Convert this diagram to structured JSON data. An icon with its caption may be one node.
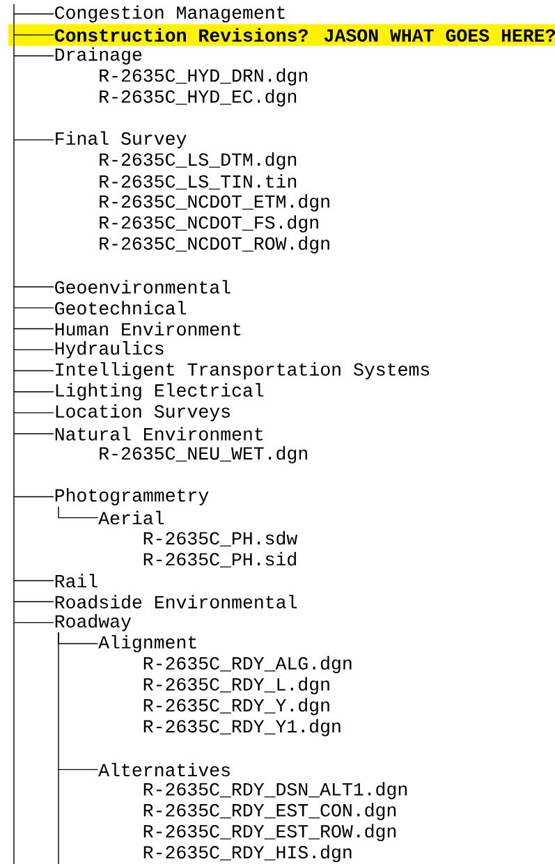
{
  "diagram": {
    "nodes": [
      {
        "text": [
          "Congestion Management"
        ]
      },
      {
        "text": [
          "Construction Revisions? JASON WHAT GOES HERE?"
        ]
      },
      {
        "text": [
          "Drainage"
        ],
        "beside": [
          "R-2635C_HYD_DRN.dgn",
          "R-2635C_HYD_EC.dgn"
        ]
      },
      {
        "text": [
          "Final Survey"
        ],
        "beside": [
          "R-2635C_LS_DTM.dgn",
          "R-2635C_LS_TIN.tin",
          "R-2635C_NCDOT_ETM.dgn",
          "R-2635C_NCDOT_FS.dgn",
          "R-2635C_NCDOT_ROW.dgn"
        ]
      },
      {
        "text": [
          "Geoenvironmental"
        ]
      },
      {
        "text": [
          "Geotechnical"
        ]
      },
      {
        "text": [
          "Human Environment"
        ]
      },
      {
        "text": [
          "Hydraulics"
        ]
      },
      {
        "text": [
          "Intelligent Transportation Systems"
        ]
      },
      {
        "text": [
          "Lighting Electrical"
        ]
      },
      {
        "text": [
          "Location Surveys"
        ]
      },
      {
        "text": [
          "Natural Environment"
        ],
        "beside": [
          "R-2635C_NEU_WET.dgn"
        ]
      },
      {
        "text": [
          "Photogrammetry"
        ]
      },
      {
        "text": [
          "Aerial"
        ],
        "beside": [
          "R-2635C_PH.sdw",
          "R-2635C_PH.sid"
        ]
      },
      {
        "text": [
          "Rail"
        ]
      },
      {
        "text": [
          "Roadside Environmental"
        ]
      },
      {
        "text": [
          "Roadway"
        ]
      },
      {
        "text": [
          "Alignment"
        ],
        "beside": [
          "R-2635C_RDY_ALG.dgn",
          "R-2635C_RDY_L.dgn",
          "R-2635C_RDY_Y.dgn",
          "R-2635C_RDY_Y1.dgn"
        ]
      },
      {
        "text": [
          "Alternatives"
        ],
        "beside": [
          "R-2635C_RDY_DSN_ALT1.dgn",
          "R-2635C_RDY_EST_CON.dgn",
          "R-2635C_RDY_EST_ROW.dgn",
          "R-2635C_RDY_HIS.dgn"
        ]
      }
    ],
    "edges": [
      {
        "from": null,
        "to": 0,
        "arrow": "none"
      },
      {
        "from": null,
        "to": 1,
        "arrow": "none"
      },
      {
        "from": null,
        "to": 2,
        "arrow": "none"
      },
      {
        "from": null,
        "to": 3,
        "arrow": "none"
      },
      {
        "from": null,
        "to": 4,
        "arrow": "none"
      },
      {
        "from": null,
        "to": 5,
        "arrow": "none"
      },
      {
        "from": null,
        "to": 6,
        "arrow": "none"
      },
      {
        "from": null,
        "to": 7,
        "arrow": "none"
      },
      {
        "from": null,
        "to": 8,
        "arrow": "none"
      },
      {
        "from": null,
        "to": 9,
        "arrow": "none"
      },
      {
        "from": null,
        "to": 10,
        "arrow": "none"
      },
      {
        "from": null,
        "to": 11,
        "arrow": "none"
      },
      {
        "from": null,
        "to": 12,
        "arrow": "none"
      },
      {
        "from": 12,
        "to": 13,
        "arrow": "none"
      },
      {
        "from": null,
        "to": 14,
        "arrow": "none"
      },
      {
        "from": null,
        "to": 15,
        "arrow": "none"
      },
      {
        "from": null,
        "to": 16,
        "arrow": "none"
      },
      {
        "from": 16,
        "to": 17,
        "arrow": "none"
      },
      {
        "from": 16,
        "to": 18,
        "arrow": "none"
      }
    ]
  }
}
